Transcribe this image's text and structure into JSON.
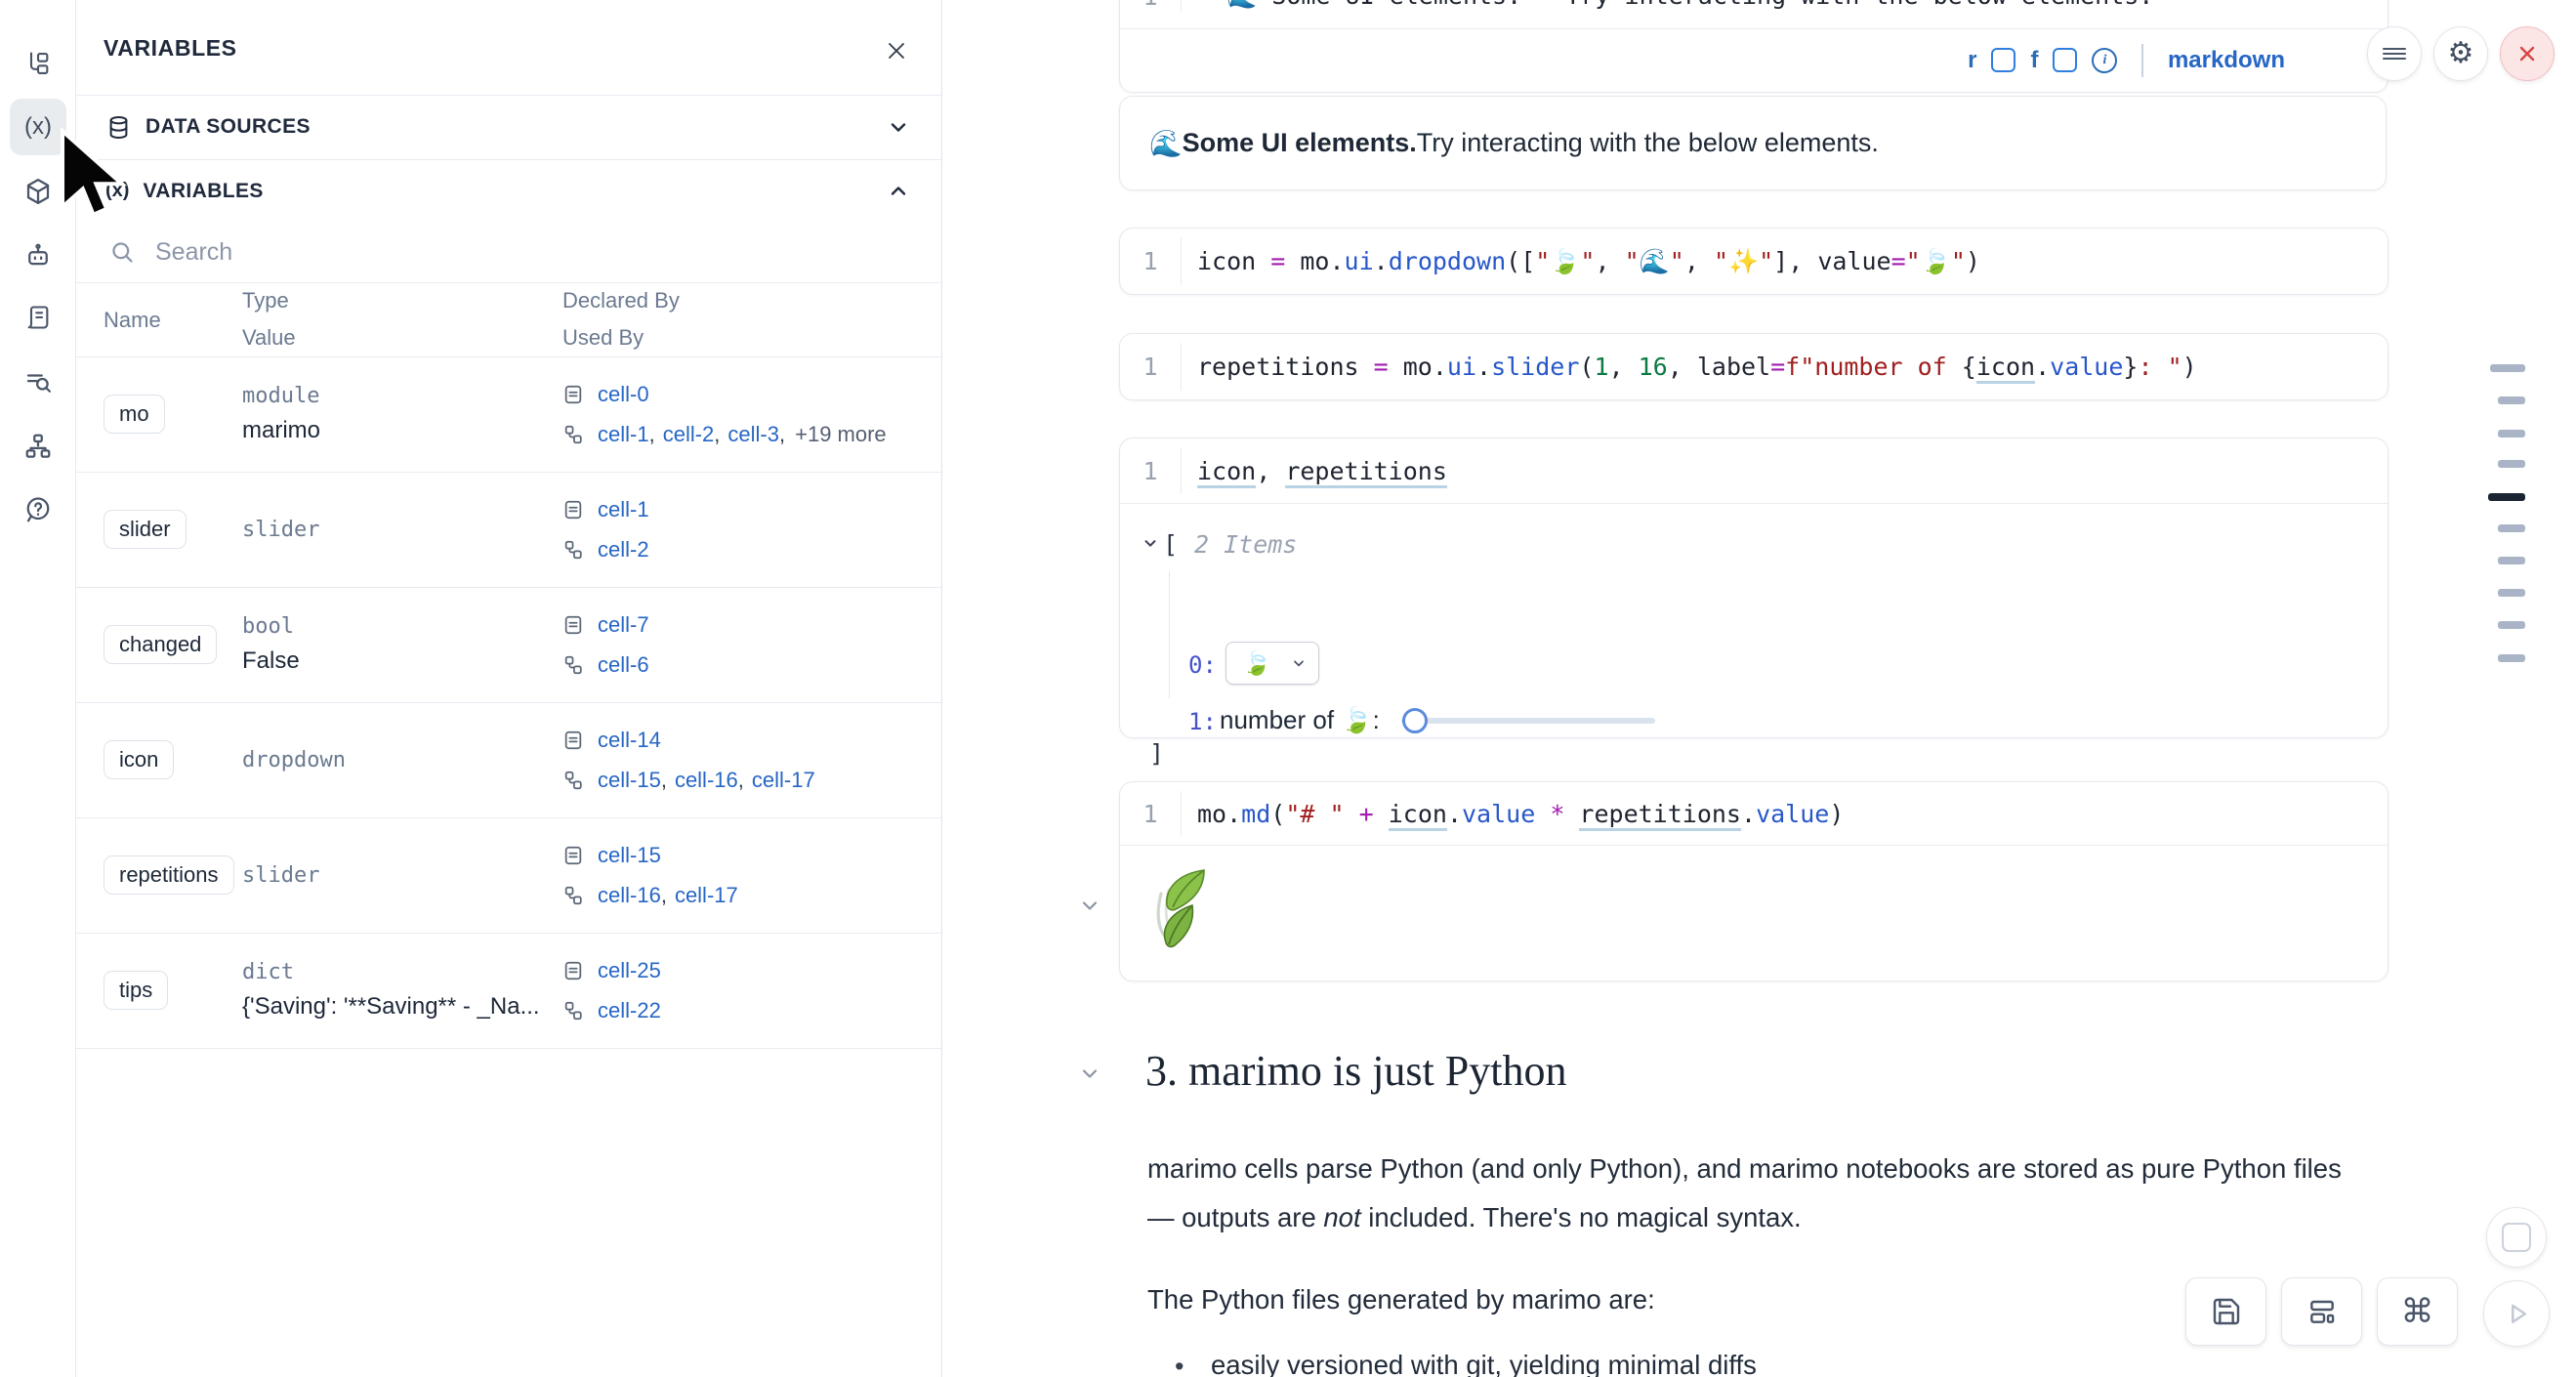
{
  "iconbar": {
    "items": [
      {
        "icon": "file-tree-icon",
        "selected": false
      },
      {
        "icon": "variables-icon",
        "selected": true,
        "glyph": "(x)"
      },
      {
        "icon": "package-cube-icon",
        "selected": false
      },
      {
        "icon": "ai-robot-icon",
        "selected": false
      },
      {
        "icon": "scroll-logs-icon",
        "selected": false
      },
      {
        "icon": "search-list-icon",
        "selected": false
      },
      {
        "icon": "dependency-graph-icon",
        "selected": false
      },
      {
        "icon": "help-icon",
        "selected": false
      }
    ]
  },
  "panel": {
    "title": "VARIABLES",
    "close_icon": "close-icon",
    "sections": [
      {
        "label": "DATA SOURCES",
        "icon": "database-icon",
        "state": "collapsed"
      },
      {
        "label": "VARIABLES",
        "icon": "variables-icon",
        "state": "expanded"
      }
    ],
    "search": {
      "placeholder": "Search",
      "icon": "search-icon"
    },
    "table": {
      "headers": {
        "name": "Name",
        "type": "Type",
        "value": "Value",
        "declared_by": "Declared By",
        "used_by": "Used By"
      },
      "rows": [
        {
          "name": "mo",
          "type": "module",
          "value": "marimo",
          "declared_by": [
            "cell-0"
          ],
          "used_by": [
            "cell-1",
            "cell-2",
            "cell-3"
          ],
          "used_by_more": "+19 more"
        },
        {
          "name": "slider",
          "type": "slider",
          "value": "",
          "declared_by": [
            "cell-1"
          ],
          "used_by": [
            "cell-2"
          ],
          "used_by_more": ""
        },
        {
          "name": "changed",
          "type": "bool",
          "value": "False",
          "declared_by": [
            "cell-7"
          ],
          "used_by": [
            "cell-6"
          ],
          "used_by_more": ""
        },
        {
          "name": "icon",
          "type": "dropdown",
          "value": "",
          "declared_by": [
            "cell-14"
          ],
          "used_by": [
            "cell-15",
            "cell-16",
            "cell-17"
          ],
          "used_by_more": ""
        },
        {
          "name": "repetitions",
          "type": "slider",
          "value": "",
          "declared_by": [
            "cell-15"
          ],
          "used_by": [
            "cell-16",
            "cell-17"
          ],
          "used_by_more": ""
        },
        {
          "name": "tips",
          "type": "dict",
          "value": "{'Saving': '**Saving** - _Na...",
          "declared_by": [
            "cell-25"
          ],
          "used_by": [
            "cell-22"
          ],
          "used_by_more": ""
        }
      ]
    }
  },
  "notebook": {
    "top_cell": {
      "line_no": "1",
      "source": "**🌊 Some UI elements.** Try interacting with the below elements.",
      "config": {
        "r": "r",
        "f": "f",
        "info_icon": "info-icon",
        "language": "markdown"
      }
    },
    "md_output1": {
      "emoji": "🌊 ",
      "bold": "Some UI elements.",
      "rest": " Try interacting with the below elements."
    },
    "cells": [
      {
        "line_no": "1",
        "tokens": [
          [
            "v",
            "icon"
          ],
          [
            "op",
            " = "
          ],
          [
            "v",
            "mo"
          ],
          [
            "p",
            "."
          ],
          [
            "fn",
            "ui"
          ],
          [
            "p",
            "."
          ],
          [
            "fn",
            "dropdown"
          ],
          [
            "p",
            "(["
          ],
          [
            "str",
            "\"🍃\""
          ],
          [
            "p",
            ", "
          ],
          [
            "str",
            "\"🌊\""
          ],
          [
            "p",
            ", "
          ],
          [
            "str",
            "\"✨\""
          ],
          [
            "p",
            "], "
          ],
          [
            "v",
            "value"
          ],
          [
            "op",
            "="
          ],
          [
            "str",
            "\"🍃\""
          ],
          [
            "p",
            ")"
          ]
        ]
      },
      {
        "line_no": "1",
        "tokens": [
          [
            "v",
            "repetitions"
          ],
          [
            "op",
            " = "
          ],
          [
            "v",
            "mo"
          ],
          [
            "p",
            "."
          ],
          [
            "fn",
            "ui"
          ],
          [
            "p",
            "."
          ],
          [
            "fn",
            "slider"
          ],
          [
            "p",
            "("
          ],
          [
            "num",
            "1"
          ],
          [
            "p",
            ", "
          ],
          [
            "num",
            "16"
          ],
          [
            "p",
            ", "
          ],
          [
            "v",
            "label"
          ],
          [
            "op",
            "="
          ],
          [
            "str",
            "f\"number of "
          ],
          [
            "p",
            "{"
          ],
          [
            "und",
            "icon"
          ],
          [
            "p",
            "."
          ],
          [
            "fn",
            "value"
          ],
          [
            "p",
            "}"
          ],
          [
            "str",
            ": \""
          ],
          [
            "p",
            ")"
          ]
        ]
      },
      {
        "line_no": "1",
        "tokens": [
          [
            "und",
            "icon"
          ],
          [
            "p",
            ", "
          ],
          [
            "und",
            "repetitions"
          ]
        ]
      },
      {
        "line_no": "1",
        "tokens": [
          [
            "v",
            "mo"
          ],
          [
            "p",
            "."
          ],
          [
            "fn",
            "md"
          ],
          [
            "p",
            "("
          ],
          [
            "str",
            "\"# \""
          ],
          [
            "op",
            " + "
          ],
          [
            "und",
            "icon"
          ],
          [
            "p",
            "."
          ],
          [
            "fn",
            "value"
          ],
          [
            "op",
            " * "
          ],
          [
            "und",
            "repetitions"
          ],
          [
            "p",
            "."
          ],
          [
            "fn",
            "value"
          ],
          [
            "p",
            ")"
          ]
        ]
      }
    ],
    "tree_output": {
      "collapse_icon": "chevron-down-icon",
      "open_bracket": "[",
      "items_label": "2 Items",
      "row0": {
        "key": "0:",
        "widget": "dropdown",
        "value": "🍃",
        "chevron": "chevron-down-icon"
      },
      "row1": {
        "key": "1:",
        "widget": "slider",
        "label": "number of 🍃: "
      },
      "close_bracket": "]"
    },
    "md_output2": {
      "emoji": "🍃"
    },
    "section3": {
      "collapse_icon": "chevron-down-icon",
      "heading": "3. marimo is just Python",
      "para1_line1": "marimo cells parse Python (and only Python), and marimo notebooks are stored as pure Python files",
      "para1_line2a": "— outputs are ",
      "para1_em": "not",
      "para1_line2b": " included. There's no magical syntax.",
      "para2": "The Python files generated by marimo are:",
      "bullet": "easily versioned with git, yielding minimal diffs"
    }
  },
  "controls": {
    "top": [
      {
        "icon": "menu-icon"
      },
      {
        "icon": "settings-gear-icon",
        "glyph": "⚙"
      },
      {
        "icon": "shutdown-close-icon"
      }
    ],
    "bottom": [
      {
        "icon": "save-icon"
      },
      {
        "icon": "layout-icon"
      },
      {
        "icon": "command-icon",
        "glyph": "⌘"
      },
      {
        "icon": "stop-icon"
      },
      {
        "icon": "run-play-icon"
      }
    ]
  },
  "minimap": {
    "marker_count": 10,
    "active_index": 4
  },
  "colors": {
    "accent": "#2666c5",
    "danger": "#d64545",
    "selected_bg": "#e9ecef",
    "track": "#dbe2ef"
  }
}
